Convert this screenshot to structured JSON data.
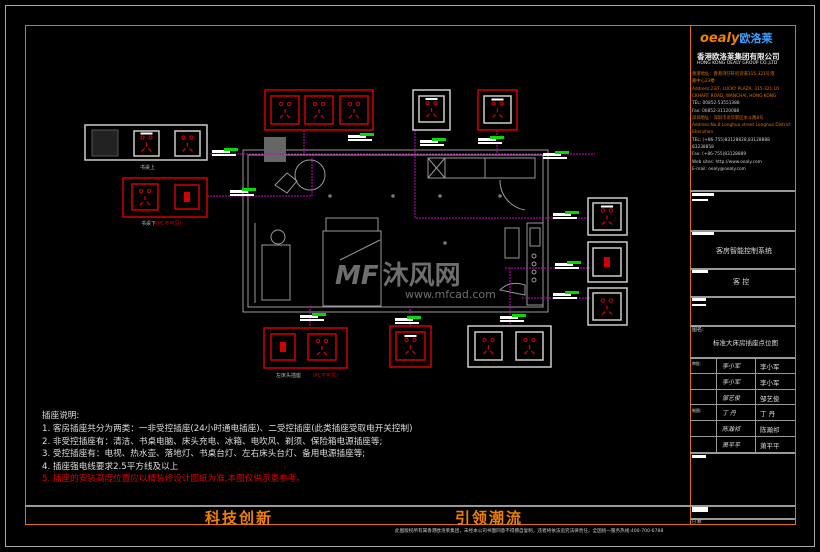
{
  "title_block": {
    "logo_text": "oealy",
    "logo_cn": "欧洛莱",
    "company_cn": "香港欧洛莱集团有限公司",
    "company_en": "HONG KONG OEALY GROUP CO.,LTD",
    "info_lines": [
      "香港地址：香港湾仔轩尼诗道315-321号港",
      "    嘉中心23楼",
      "Address:23/F, LUCKY PLAZA, 315-321 LO",
      "   CKHART ROAD, WANCHAI, HONG KONG",
      "TEL:    00852-53551388",
      "Fax:    00852-31120088",
      "深圳地址：深圳市龙华新区水斗路8号",
      "Address:No.8 Longhua street Longhua District",
      "   Shenzhen",
      "TEL:    (+86-755)83128828,83128888",
      "        83238858",
      "Fax:    (+86-755)83128889",
      "Web sites: http://www.oealy.com",
      "E-mail:    oealy@oealy.com"
    ],
    "project": "客房智能控制系统",
    "category": "客 控",
    "drawing_name_label": "图名:",
    "drawing_name": "标准大床房插座点位图",
    "signature_rows": [
      {
        "label": "审批:",
        "signature": "李小军",
        "name": "李小军"
      },
      {
        "label": "",
        "signature": "李小军",
        "name": "李小军"
      },
      {
        "label": "",
        "signature": "邹艺俊",
        "name": "邹艺俊"
      },
      {
        "label": "制图:",
        "signature": "丁 丹",
        "name": "丁 丹"
      },
      {
        "label": "",
        "signature": "陈瀚祁",
        "name": "陈瀚祁"
      },
      {
        "label": "",
        "signature": "萧平平",
        "name": "萧平平"
      }
    ],
    "date_label": "日 期:"
  },
  "notes": {
    "title": "插座说明:",
    "items": [
      "1. 客房插座共分为两类：一非受控插座(24小时通电插座)、二受控插座(此类插座受取电开关控制)",
      "2. 非受控插座有：清洁、书桌电脑、床头充电、冰箱、电吹风、剃须、保险箱电源插座等;",
      "3. 受控插座有：电视、热水壶、落地灯、书桌台灯、左右床头台灯、备用电源插座等;",
      "4. 插座强电线要求2.5平方线及以上"
    ],
    "warning": "5. 插座的安装高度位置应以精装修设计图纸为准,本图仅供示意参考。"
  },
  "drawing_labels": {
    "desk_top": "书桌上",
    "desk_bottom": "书桌下",
    "desk_bottom_note": "(PC不可见)",
    "left_bedside": "左床头插座",
    "left_bedside_note": "(PC不可见)"
  },
  "slogans": [
    "科技创新",
    "引领潮流"
  ],
  "footer": "此图版权所有属香港欧洛莱集团，未经本公司书面同意不得擅自复制，违者将依法追究法律责任。全国统一服务热线:400-700-6788",
  "watermark": {
    "brand": "沐风网",
    "url": "www.mfcad.com"
  },
  "colors": {
    "frame": "#e07000",
    "socket_red": "#d00000",
    "wire": "#d000d0",
    "tag_green": "#00dd00",
    "plan": "#999999"
  }
}
